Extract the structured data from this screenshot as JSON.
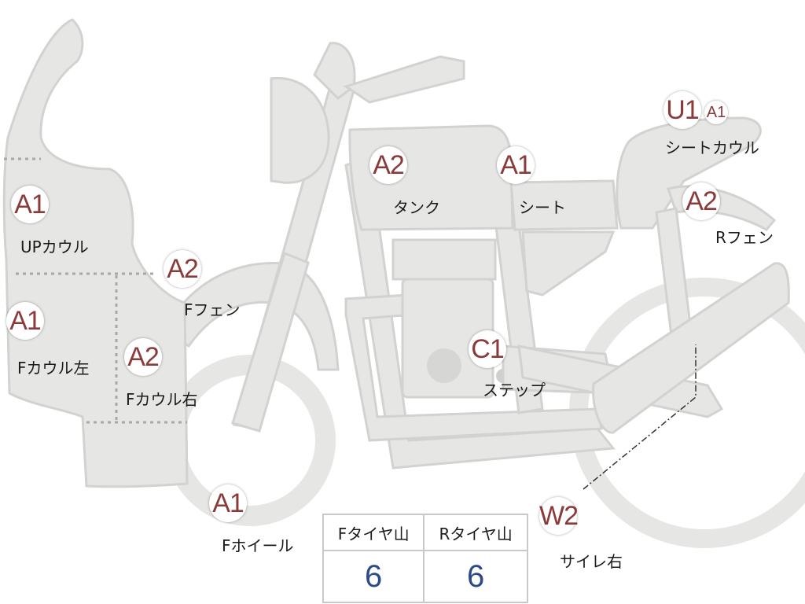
{
  "labels": [
    {
      "id": "upcowl",
      "grade": "A1",
      "name": "UPカウル"
    },
    {
      "id": "fcowl-left",
      "grade": "A1",
      "name": "Fカウル左"
    },
    {
      "id": "fcowl-right",
      "grade": "A2",
      "name": "Fカウル右"
    },
    {
      "id": "ffender",
      "grade": "A2",
      "name": "Fフェン"
    },
    {
      "id": "fwheel",
      "grade": "A1",
      "name": "Fホイール"
    },
    {
      "id": "tank",
      "grade": "A2",
      "name": "タンク"
    },
    {
      "id": "seat",
      "grade": "A1",
      "name": "シート"
    },
    {
      "id": "seatcowl",
      "grade": "U1",
      "grade2": "A1",
      "name": "シートカウル"
    },
    {
      "id": "rfender",
      "grade": "A2",
      "name": "Rフェン"
    },
    {
      "id": "step",
      "grade": "C1",
      "name": "ステップ"
    },
    {
      "id": "muffler-right",
      "grade": "W2",
      "name": "サイレ右"
    }
  ],
  "tire_table": {
    "headers": [
      "Fタイヤ山",
      "Rタイヤ山"
    ],
    "values": [
      "6",
      "6"
    ]
  },
  "colors": {
    "part_fill": "#e6e6e4",
    "grade_text": "#8b3a3a",
    "tire_value": "#2c4a8a"
  }
}
